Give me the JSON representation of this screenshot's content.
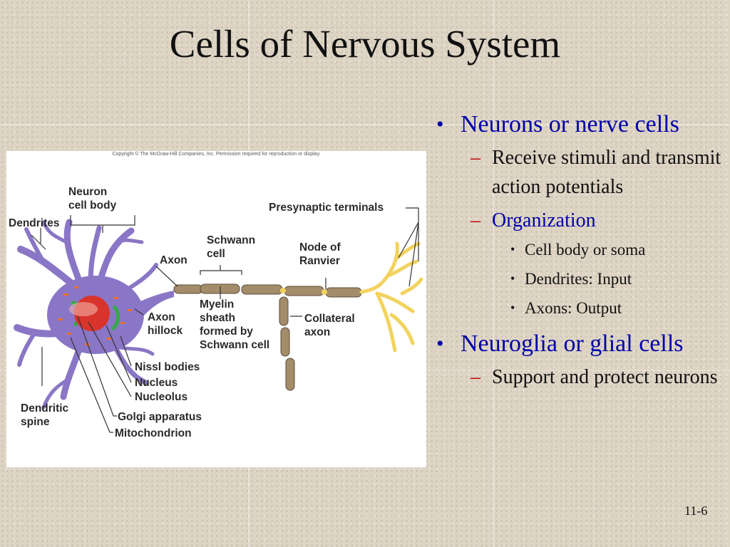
{
  "slide": {
    "title": "Cells of Nervous System",
    "page_number": "11-6"
  },
  "figure": {
    "copyright": "Copyright © The McGraw-Hill Companies, Inc. Permission required for reproduction or display.",
    "labels": {
      "neuron_cell_body": "Neuron\ncell body",
      "dendrites": "Dendrites",
      "schwann_cell": "Schwann\ncell",
      "axon": "Axon",
      "node_of_ranvier": "Node of\nRanvier",
      "presynaptic_terminals": "Presynaptic terminals",
      "axon_hillock": "Axon\nhillock",
      "myelin_sheath": "Myelin\nsheath\nformed by\nSchwann cell",
      "collateral_axon": "Collateral\naxon",
      "nissl_bodies": "Nissl bodies",
      "nucleus": "Nucleus",
      "nucleolus": "Nucleolus",
      "dendritic_spine": "Dendritic\nspine",
      "golgi_apparatus": "Golgi apparatus",
      "mitochondrion": "Mitochondrion"
    }
  },
  "bullets": {
    "b1": "Neurons or nerve cells",
    "b1_sub1": "Receive stimuli and transmit action potentials",
    "b1_sub2": "Organization",
    "b1_sub2_items": [
      "Cell body or soma",
      "Dendrites: Input",
      "Axons: Output"
    ],
    "b2": "Neuroglia or glial cells",
    "b2_sub1": "Support and protect neurons"
  },
  "markers": {
    "bullet": "•",
    "dash": "–",
    "sub_bullet": "•"
  },
  "colors": {
    "heading_blue": "#0000a8",
    "dash_red": "#c00000",
    "neuron_purple": "#8a76c6",
    "myelin_tan": "#a38c6a",
    "terminal_yellow": "#f2d35e",
    "nucleus_red": "#d8342c"
  }
}
